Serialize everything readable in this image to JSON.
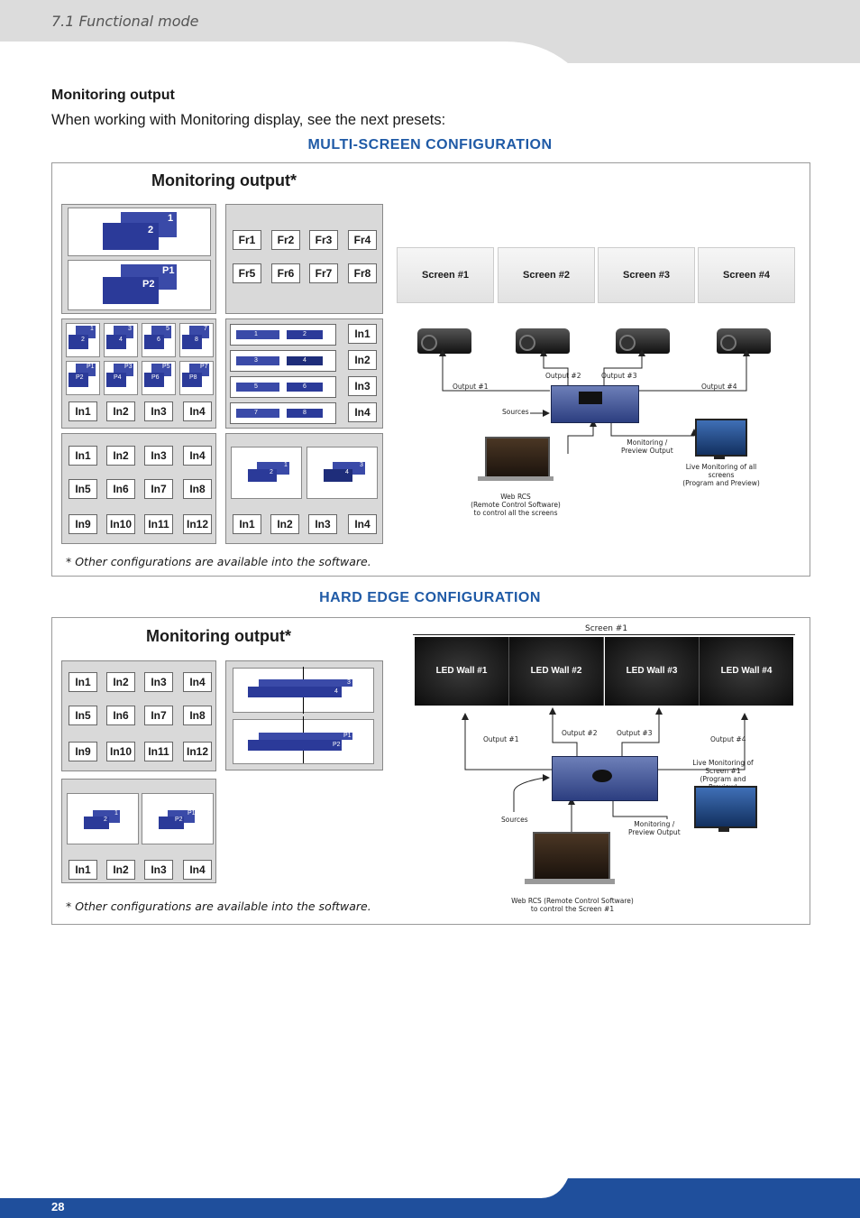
{
  "header": {
    "title": "7.1 Functional mode"
  },
  "section": {
    "heading": "Monitoring output",
    "intro": "When working with Monitoring display, see the next presets:"
  },
  "multi": {
    "heading": "MULTI-SCREEN CONFIGURATION",
    "panel_title": "Monitoring output*",
    "preview": {
      "l1": "1",
      "l2": "2",
      "l3": "P1",
      "l4": "P2"
    },
    "frames": [
      "Fr1",
      "Fr2",
      "Fr3",
      "Fr4",
      "Fr5",
      "Fr6",
      "Fr7",
      "Fr8"
    ],
    "quad_top": [
      "1",
      "2",
      "3",
      "4",
      "5",
      "6",
      "7",
      "8"
    ],
    "quad_bot": [
      "P1",
      "P2",
      "P3",
      "P4",
      "P5",
      "P6",
      "P7",
      "P8"
    ],
    "quad_inputs": [
      "In1",
      "In2",
      "In3",
      "In4"
    ],
    "row_nums": [
      "1",
      "2",
      "3",
      "4",
      "5",
      "6",
      "7",
      "8"
    ],
    "row_inputs": [
      "In1",
      "In2",
      "In3",
      "In4"
    ],
    "grid_inputs": [
      "In1",
      "In2",
      "In3",
      "In4",
      "In5",
      "In6",
      "In7",
      "In8",
      "In9",
      "In10",
      "In11",
      "In12"
    ],
    "dual": {
      "a1": "1",
      "a2": "2",
      "b1": "3",
      "b2": "4"
    },
    "dual_inputs": [
      "In1",
      "In2",
      "In3",
      "In4"
    ],
    "note": "* Other configurations are available into the software.",
    "diagram": {
      "screens": [
        "Screen #1",
        "Screen #2",
        "Screen #3",
        "Screen #4"
      ],
      "outputs": [
        "Output #1",
        "Output #2",
        "Output #3",
        "Output #4"
      ],
      "sources": "Sources",
      "monitoring": "Monitoring /\nPreview Output",
      "live": "Live Monitoring of all screens\n(Program and Preview)",
      "webrcs": "Web RCS\n(Remote Control Software)\nto control all the screens"
    }
  },
  "hard": {
    "heading": "HARD EDGE CONFIGURATION",
    "panel_title": "Monitoring output*",
    "grid_inputs": [
      "In1",
      "In2",
      "In3",
      "In4",
      "In5",
      "In6",
      "In7",
      "In8",
      "In9",
      "In10",
      "In11",
      "In12"
    ],
    "edge": {
      "a1": "3",
      "a2": "4",
      "b1": "P1",
      "b2": "P2"
    },
    "pair": {
      "a1": "1",
      "a2": "2",
      "b1": "P1",
      "b2": "P2"
    },
    "pair_inputs": [
      "In1",
      "In2",
      "In3",
      "In4"
    ],
    "note": "* Other configurations are available into the software.",
    "diagram": {
      "screen": "Screen #1",
      "walls": [
        "LED Wall #1",
        "LED Wall #2",
        "LED Wall #3",
        "LED Wall #4"
      ],
      "outputs": [
        "Output #1",
        "Output #2",
        "Output #3",
        "Output #4"
      ],
      "sources": "Sources",
      "monitoring": "Monitoring /\nPreview Output",
      "live": "Live Monitoring of\nScreen #1\n(Program and Preview)",
      "webrcs": "Web RCS (Remote Control Software)\nto control the Screen #1"
    }
  },
  "footer": {
    "page": "28"
  },
  "colors": {
    "accent": "#1f5aa6",
    "footer": "#1f4f9c",
    "panel_gray": "#d9d9d9",
    "layer_blue": "#3a4aa8"
  }
}
